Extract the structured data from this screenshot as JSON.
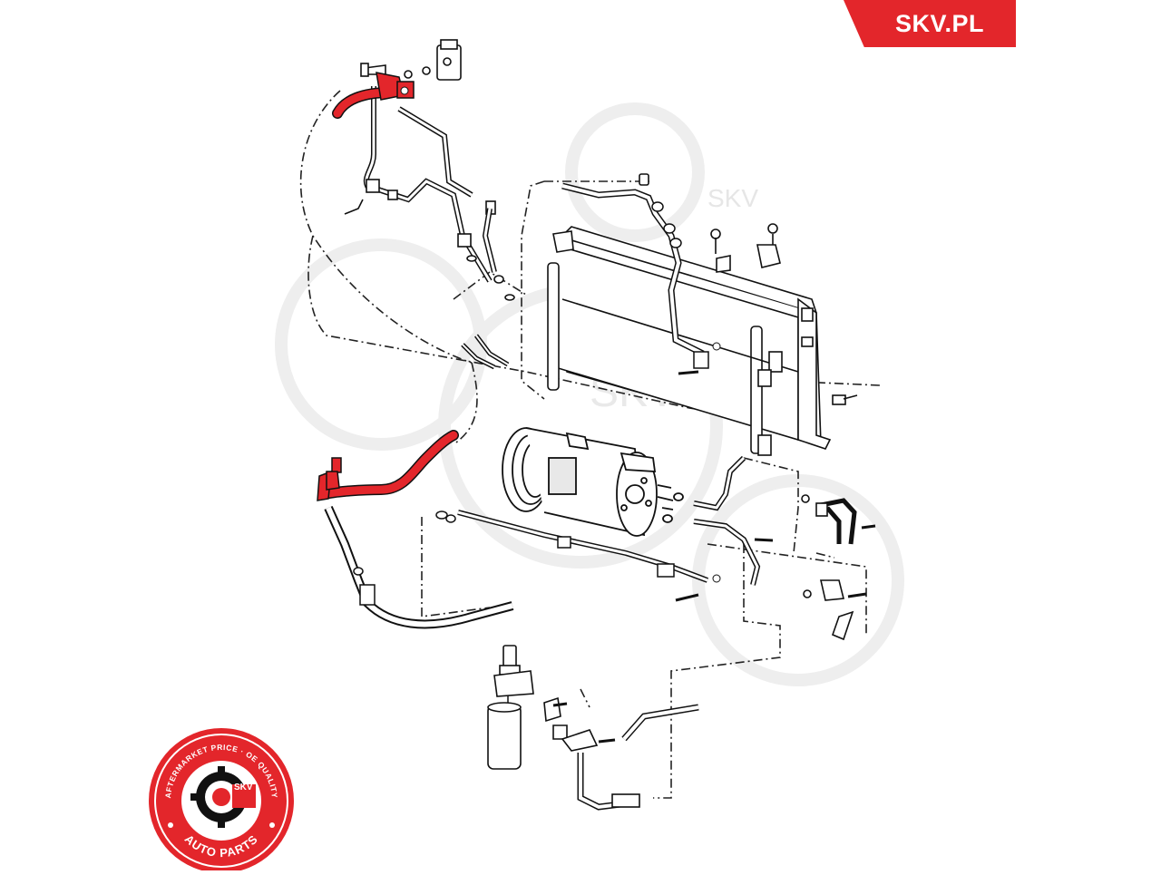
{
  "brand": {
    "site_label": "SKV.PL",
    "accent_color": "#e3262b"
  },
  "badge": {
    "top_arc_text": "AFTERMARKET PRICE · OE QUALITY",
    "bottom_arc_text": "AUTO PARTS",
    "center_text": "SKV",
    "color": "#e3262b"
  },
  "diagram": {
    "highlight_color": "#e3262b",
    "line_color": "#111111",
    "watermark_text": "SKV",
    "highlighted_part": "refrigerant-hose"
  }
}
